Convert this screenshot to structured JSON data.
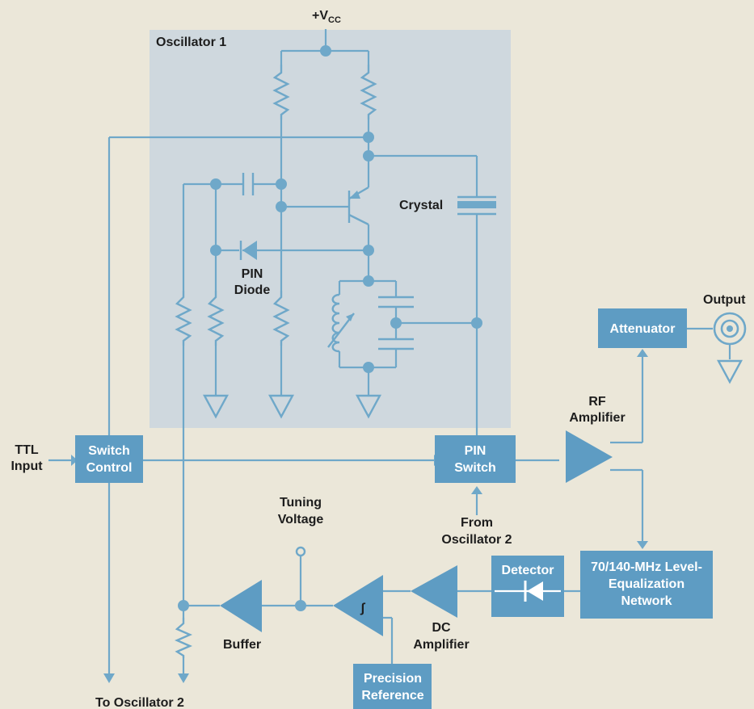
{
  "labels": {
    "vcc": "+V",
    "vcc_sub": "CC",
    "oscillator1": "Oscillator 1",
    "crystal": "Crystal",
    "pin_diode_1": "PIN",
    "pin_diode_2": "Diode",
    "output": "Output",
    "rf_amp_1": "RF",
    "rf_amp_2": "Amplifier",
    "ttl_1": "TTL",
    "ttl_2": "Input",
    "tuning_1": "Tuning",
    "tuning_2": "Voltage",
    "from_osc2_1": "From",
    "from_osc2_2": "Oscillator 2",
    "dc_amp_1": "DC",
    "dc_amp_2": "Amplifier",
    "buffer": "Buffer",
    "to_osc2": "To Oscillator 2",
    "integrator_symbol": "∫"
  },
  "blocks": {
    "switch_control_1": "Switch",
    "switch_control_2": "Control",
    "pin_switch_1": "PIN",
    "pin_switch_2": "Switch",
    "attenuator": "Attenuator",
    "detector": "Detector",
    "equalizer_1": "70/140-MHz Level-",
    "equalizer_2": "Equalization",
    "equalizer_3": "Network",
    "precision_ref_1": "Precision",
    "precision_ref_2": "Reference"
  },
  "colors": {
    "background": "#ebe7d9",
    "panel": "#cfd8de",
    "line": "#6fa8c9",
    "block": "#5e9cc3"
  }
}
